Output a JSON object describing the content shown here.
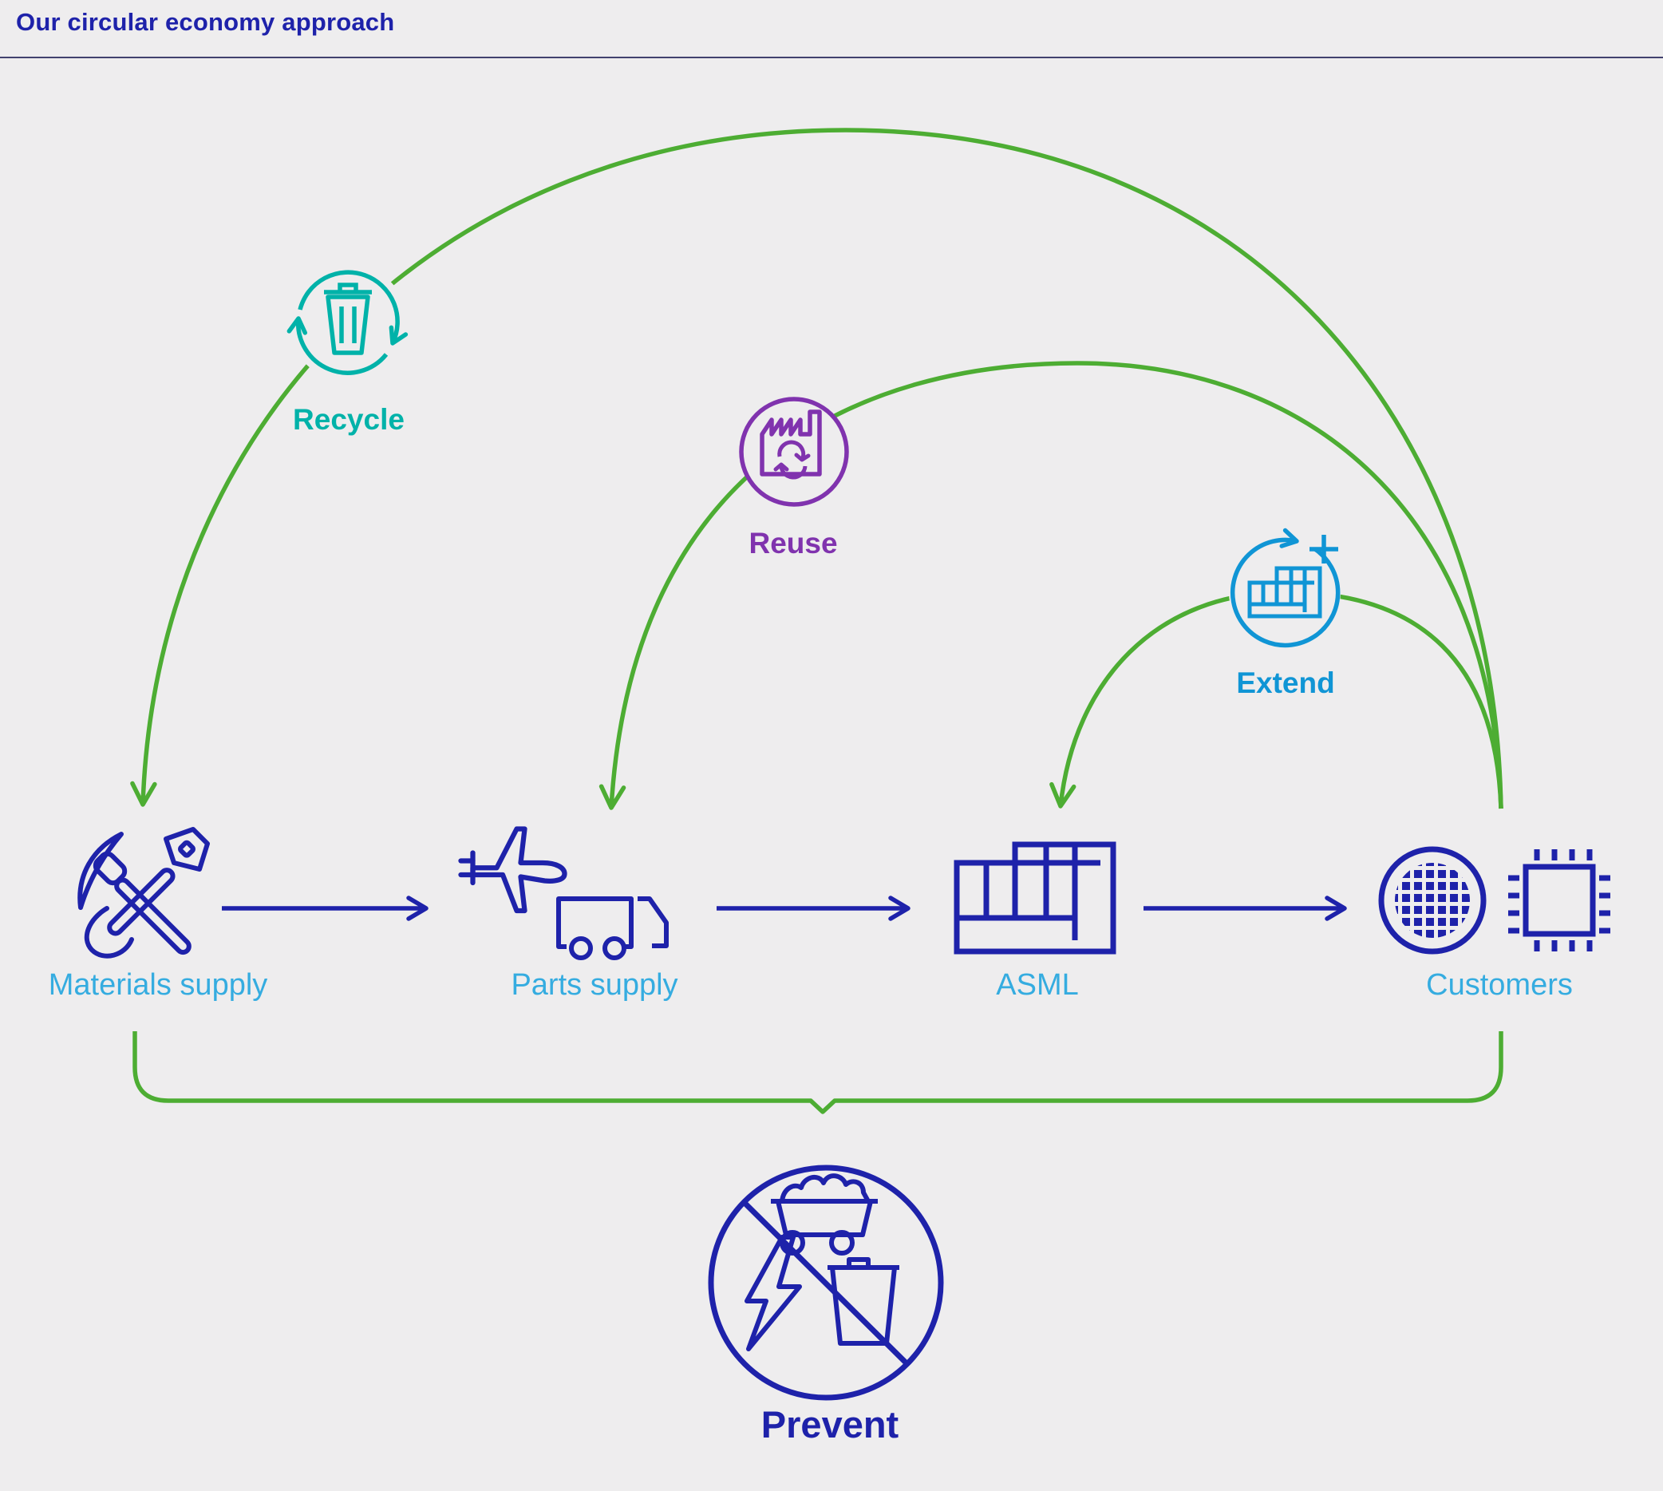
{
  "page": {
    "title": "Our circular economy approach"
  },
  "colors": {
    "navy": "#1e22aa",
    "label_blue": "#35ace0",
    "green": "#4dad33",
    "teal": "#00b2a9",
    "purple": "#8033ae",
    "blue": "#1095d5",
    "background": "#eeedee"
  },
  "flow": {
    "nodes": [
      {
        "id": "materials-supply",
        "label": "Materials supply",
        "icon": "pickaxe-shovel-icon"
      },
      {
        "id": "parts-supply",
        "label": "Parts supply",
        "icon": "plane-truck-icon"
      },
      {
        "id": "asml",
        "label": "ASML",
        "icon": "lithography-machine-icon"
      },
      {
        "id": "customers",
        "label": "Customers",
        "icon": "wafer-chip-icon"
      }
    ],
    "arrows": [
      {
        "from": "Materials supply",
        "to": "Parts supply"
      },
      {
        "from": "Parts supply",
        "to": "ASML"
      },
      {
        "from": "ASML",
        "to": "Customers"
      }
    ]
  },
  "loops": [
    {
      "id": "recycle",
      "label": "Recycle",
      "color": "#00b2a9",
      "icon": "recycle-bin-icon",
      "from": "Customers",
      "to": "Materials supply"
    },
    {
      "id": "reuse",
      "label": "Reuse",
      "color": "#8033ae",
      "icon": "reuse-factory-icon",
      "from": "Customers",
      "to": "Parts supply"
    },
    {
      "id": "extend",
      "label": "Extend",
      "color": "#1095d5",
      "icon": "extend-machine-icon",
      "from": "Customers",
      "to": "ASML"
    }
  ],
  "prevent": {
    "label": "Prevent",
    "icon": "prevent-no-waste-icon",
    "bracket_spans": "Materials supply to Customers"
  }
}
